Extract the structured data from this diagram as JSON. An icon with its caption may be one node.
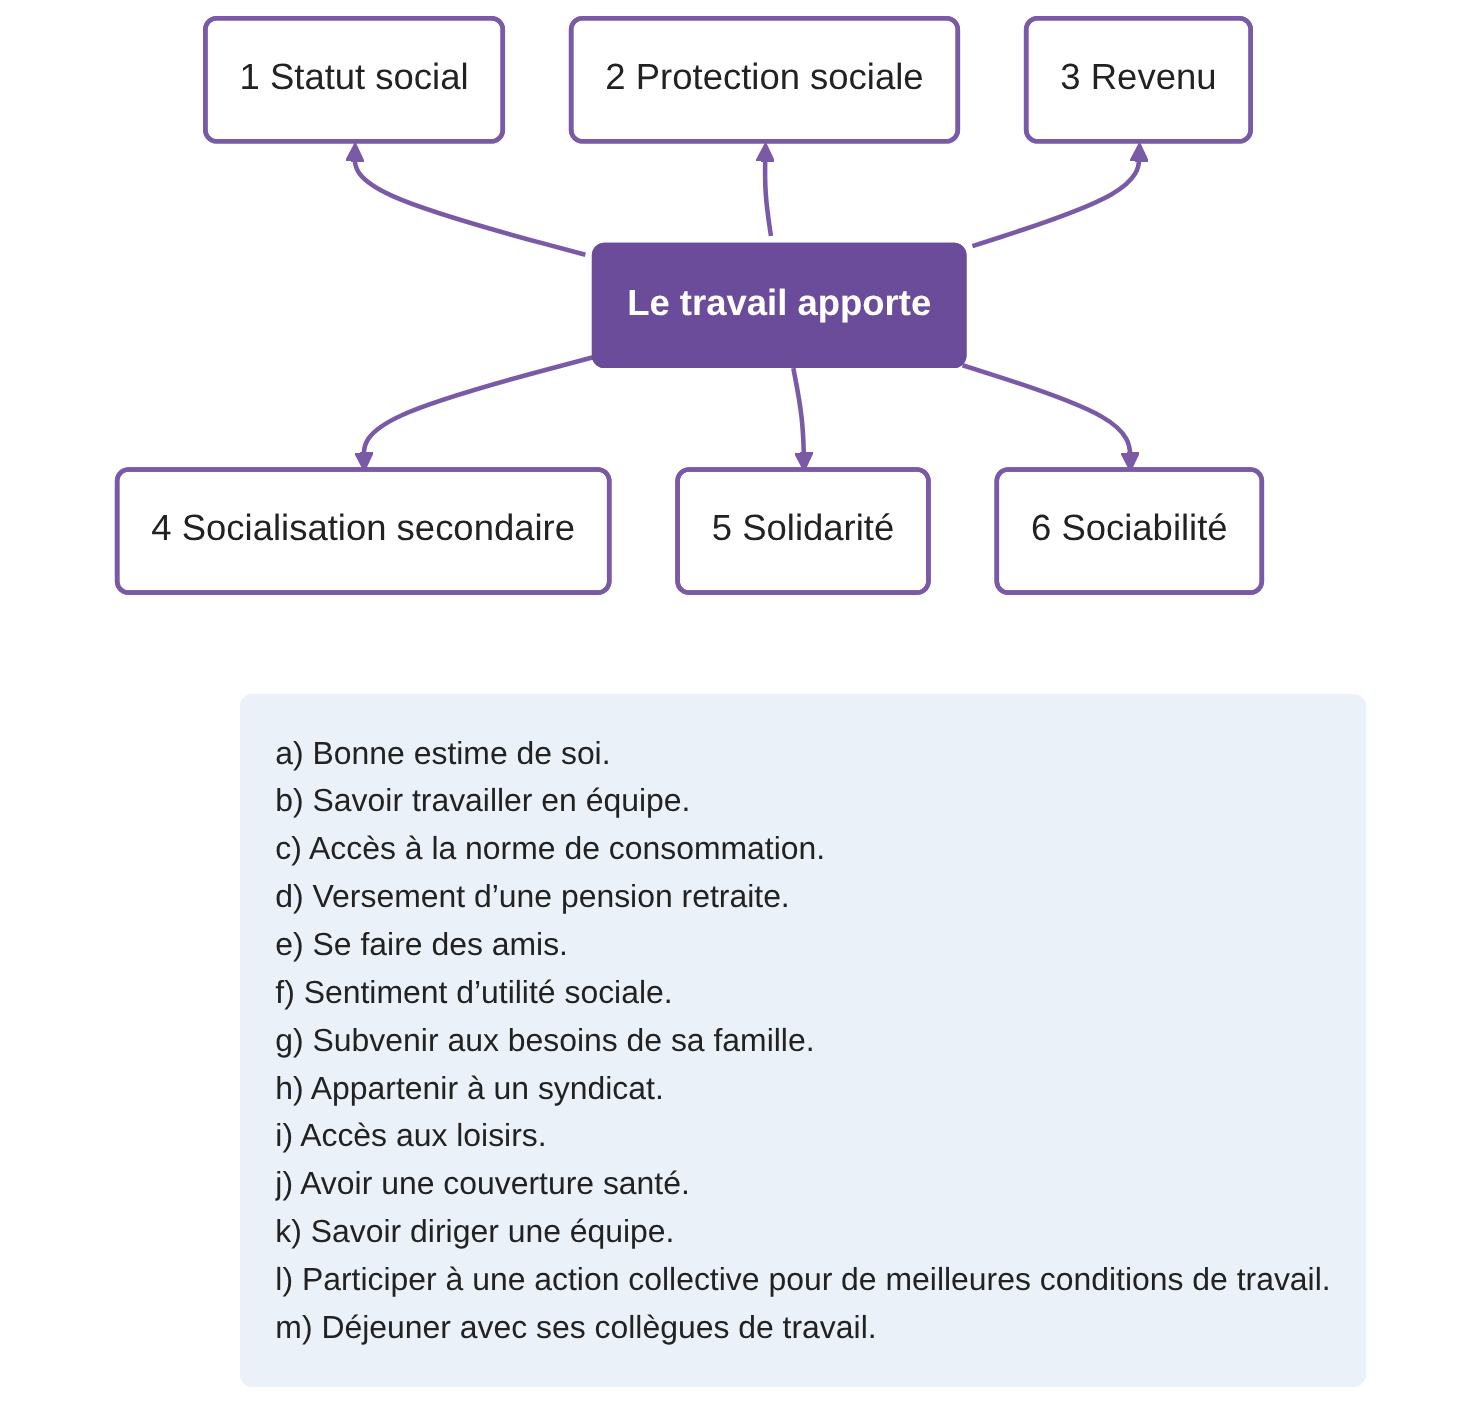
{
  "diagram": {
    "nodes": [
      {
        "text": [
          "1 Statut social"
        ]
      },
      {
        "text": [
          "2 Protection sociale"
        ]
      },
      {
        "text": [
          "3 Revenu"
        ]
      },
      {
        "text": [
          "Le travail apporte"
        ]
      },
      {
        "text": [
          "4 Socialisation secondaire"
        ]
      },
      {
        "text": [
          "5 Solidarité"
        ]
      },
      {
        "text": [
          "6 Sociabilité"
        ]
      },
      {
        "text": [
          "a) Bonne estime de soi.",
          "b) Savoir travailler en équipe.",
          "c) Accès à la norme de consommation.",
          "d) Versement d’une pension retraite.",
          "e) Se faire des amis.",
          "f) Sentiment d’utilité sociale.",
          "g) Subvenir aux besoins de sa famille.",
          "h) Appartenir à un syndicat.",
          "i) Accès aux loisirs.",
          "j) Avoir une couverture santé.",
          "k) Savoir diriger une équipe.",
          "l) Participer à une action collective pour de meilleures conditions de travail.",
          "m) Déjeuner avec ses collègues de travail."
        ]
      }
    ],
    "edges": [
      {
        "from": 3,
        "to": 0,
        "arrow": "to"
      },
      {
        "from": 3,
        "to": 1,
        "arrow": "to"
      },
      {
        "from": 3,
        "to": 2,
        "arrow": "to"
      },
      {
        "from": 3,
        "to": 4,
        "arrow": "to"
      },
      {
        "from": 3,
        "to": 5,
        "arrow": "to"
      },
      {
        "from": 3,
        "to": 6,
        "arrow": "to"
      }
    ]
  }
}
